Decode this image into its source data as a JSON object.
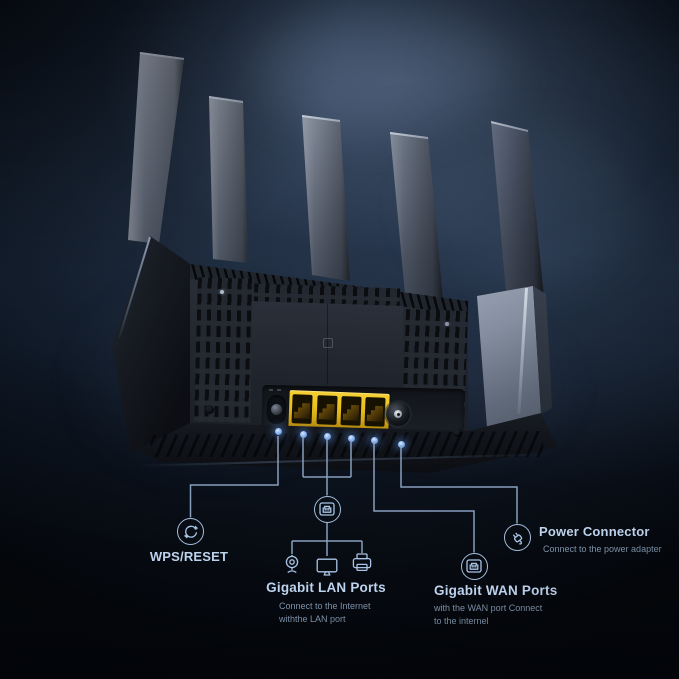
{
  "scene": "wifi-router rear-panel product diagram",
  "annotations": {
    "wps": {
      "label": "WPS/RESET"
    },
    "lan": {
      "label": "Gigabit LAN Ports",
      "desc1": "Connect to the Internet",
      "desc2": "withthe LAN port"
    },
    "wan": {
      "label": "Gigabit WAN Ports",
      "desc1": "with the WAN port Connect",
      "desc2": "to the internel"
    },
    "power": {
      "label": "Power Connector",
      "desc1": "Connect to the power adapter"
    }
  },
  "icons": {
    "wps": "refresh-icon",
    "lan": "ethernet-port-icon",
    "wan": "ethernet-port-icon",
    "power": "power-plug-icon",
    "lan_devices": [
      "webcam-icon",
      "monitor-icon",
      "printer-icon"
    ]
  },
  "device": {
    "antenna_count": 5,
    "ethernet_port_count": 4,
    "highlight_dot_count": 6
  },
  "colors": {
    "background_top": "#31415a",
    "background_deep": "#05070c",
    "callout_line": "#8ea6c6",
    "callout_icon": "#a9c4e6",
    "label_text": "#bdd2ec",
    "description_text": "#7e92a9",
    "led_dot": "#7fb2f0",
    "ethernet_block_yellow": "#e9c422",
    "router_body": "#23272f",
    "antenna_face": "#7e8796"
  }
}
